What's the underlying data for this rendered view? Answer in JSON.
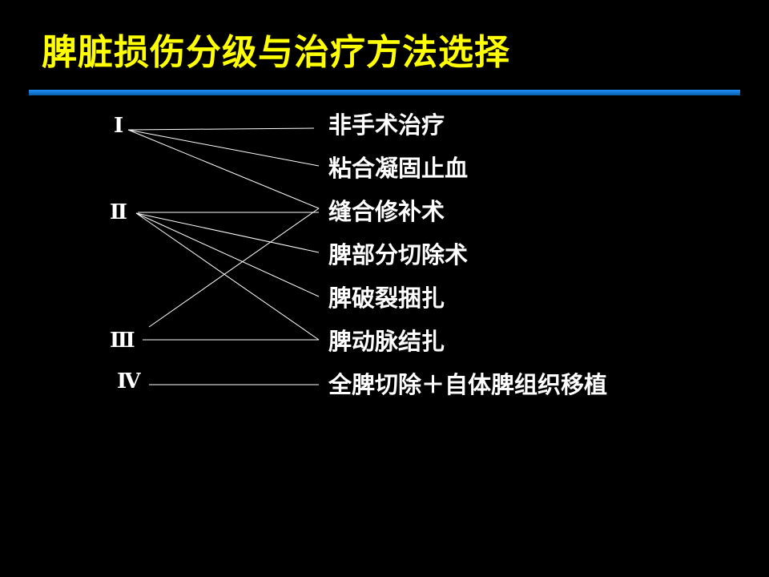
{
  "title": "脾脏损伤分级与治疗方法选择",
  "colors": {
    "background": "#000000",
    "title": "#FFFF00",
    "text": "#FFFFFF",
    "rule": "#1E90FF",
    "lines": "#FFFFFF"
  },
  "grades": [
    {
      "id": "g1",
      "label": "Ⅰ"
    },
    {
      "id": "g2",
      "label": "Ⅱ"
    },
    {
      "id": "g3",
      "label": "Ⅲ"
    },
    {
      "id": "g4",
      "label": "Ⅳ"
    }
  ],
  "treatments": [
    {
      "id": "t1",
      "label": "非手术治疗"
    },
    {
      "id": "t2",
      "label": "粘合凝固止血"
    },
    {
      "id": "t3",
      "label": "缝合修补术"
    },
    {
      "id": "t4",
      "label": "脾部分切除术"
    },
    {
      "id": "t5",
      "label": "脾破裂捆扎"
    },
    {
      "id": "t6",
      "label": "脾动脉结扎"
    },
    {
      "id": "t7",
      "label": "全脾切除＋自体脾组织移植"
    }
  ],
  "links": [
    {
      "from": "g1",
      "to": "t1"
    },
    {
      "from": "g1",
      "to": "t2"
    },
    {
      "from": "g1",
      "to": "t3"
    },
    {
      "from": "g2",
      "to": "t3"
    },
    {
      "from": "g2",
      "to": "t4"
    },
    {
      "from": "g2",
      "to": "t5"
    },
    {
      "from": "g2",
      "to": "t6"
    },
    {
      "from": "g3",
      "to": "t3"
    },
    {
      "from": "g3",
      "to": "t6"
    },
    {
      "from": "g4",
      "to": "t7"
    }
  ]
}
